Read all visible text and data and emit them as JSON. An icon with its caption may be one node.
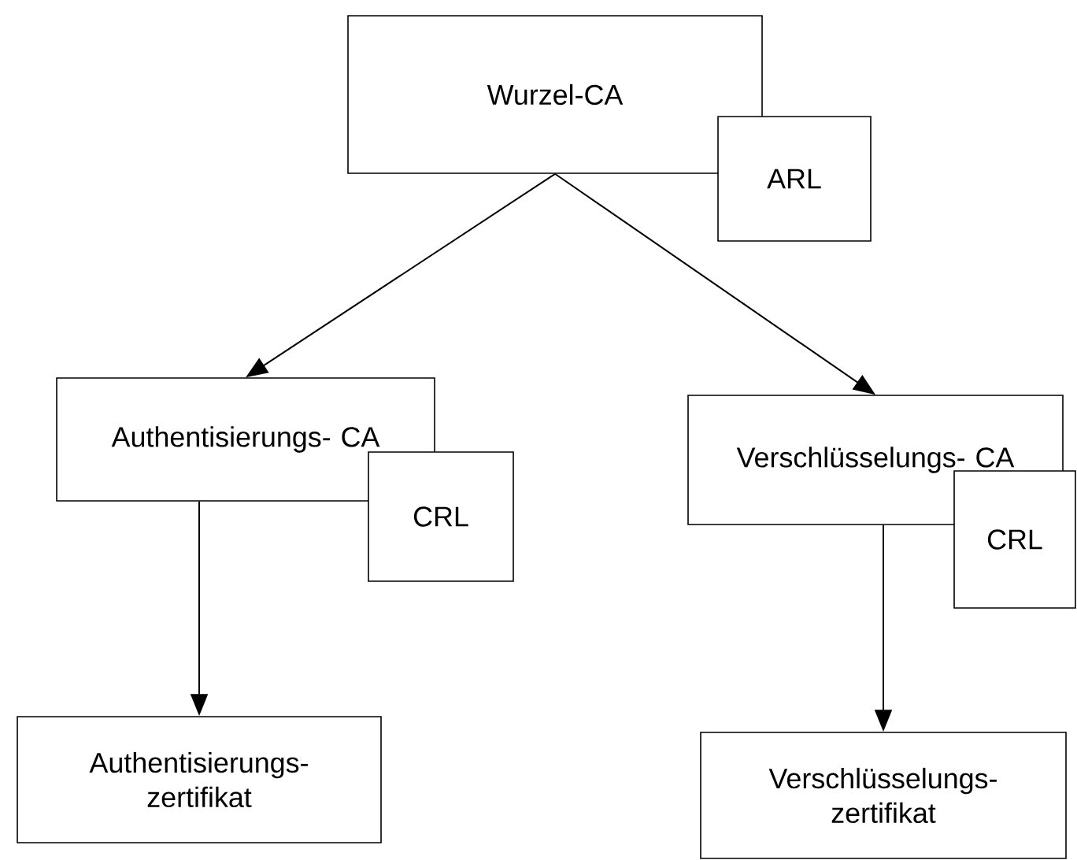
{
  "diagram": {
    "nodes": [
      {
        "text": [
          "Wurzel-CA"
        ]
      },
      {
        "text": [
          "ARL"
        ]
      },
      {
        "text": [
          "Authentisierungs- CA"
        ]
      },
      {
        "text": [
          "CRL"
        ]
      },
      {
        "text": [
          "Verschlüsselungs- CA"
        ]
      },
      {
        "text": [
          "CRL"
        ]
      },
      {
        "text": [
          "Authentisierungs- zertifikat"
        ]
      },
      {
        "text": [
          "Verschlüsselungs- zertifikat"
        ]
      }
    ],
    "edges": [
      {
        "from": 0,
        "to": 2,
        "arrow": "to"
      },
      {
        "from": 0,
        "to": 4,
        "arrow": "to"
      },
      {
        "from": 2,
        "to": 6,
        "arrow": "to"
      },
      {
        "from": 4,
        "to": 7,
        "arrow": "to"
      }
    ]
  }
}
